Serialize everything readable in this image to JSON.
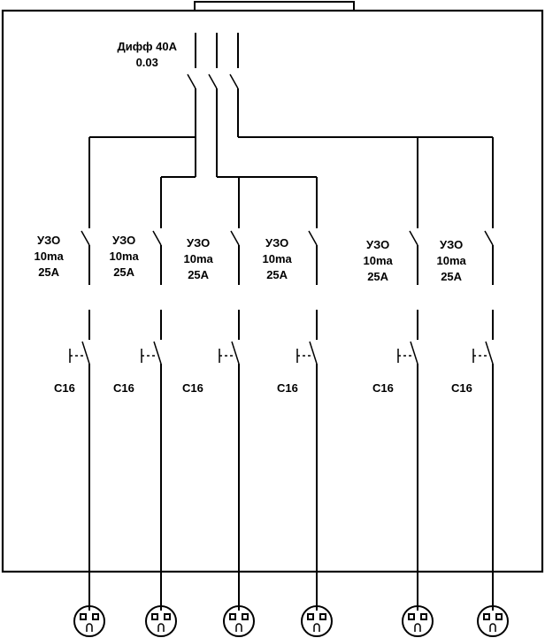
{
  "main_breaker": {
    "line1": "Дифф 40А",
    "line2": "0.03"
  },
  "rcds": [
    {
      "name": "УЗО",
      "current": "10ma",
      "rating": "25A"
    },
    {
      "name": "УЗО",
      "current": "10ma",
      "rating": "25A"
    },
    {
      "name": "УЗО",
      "current": "10ma",
      "rating": "25A"
    },
    {
      "name": "УЗО",
      "current": "10ma",
      "rating": "25A"
    },
    {
      "name": "УЗО",
      "current": "10ma",
      "rating": "25A"
    },
    {
      "name": "УЗО",
      "current": "10ma",
      "rating": "25A"
    }
  ],
  "breakers": [
    {
      "label": "C16"
    },
    {
      "label": "C16"
    },
    {
      "label": "C16"
    },
    {
      "label": "C16"
    },
    {
      "label": "C16"
    },
    {
      "label": "C16"
    }
  ],
  "socket_count": 6
}
